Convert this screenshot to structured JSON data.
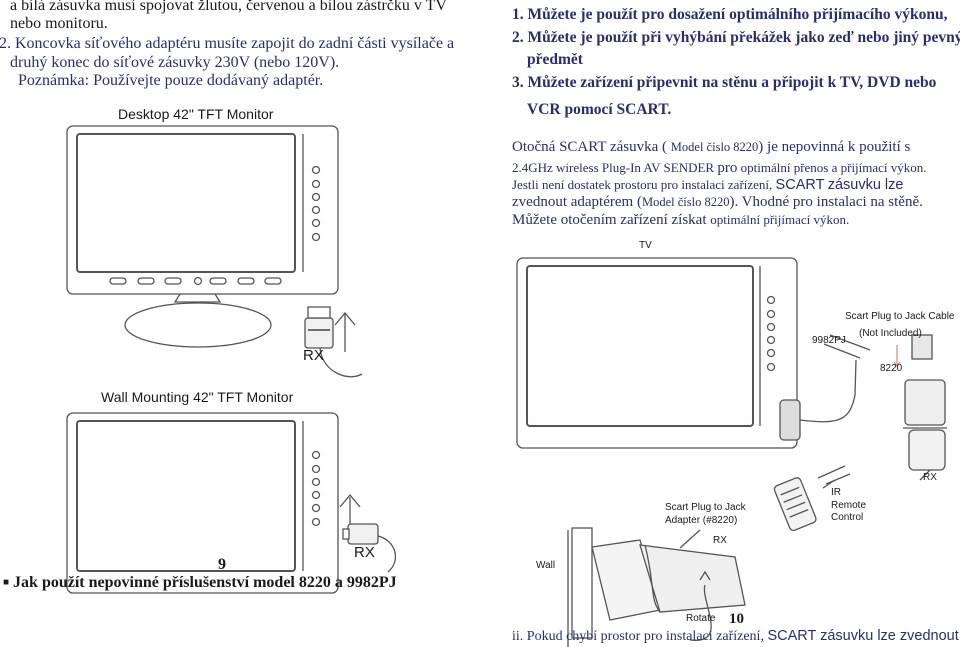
{
  "left_intro": {
    "line1": "a bílá zásuvka musí spojovat žlutou, červenou a bílou zástrčku v TV",
    "line2": "nebo monitoru.",
    "line3": "2. Koncovka síťového adaptéru musíte zapojit do zadní části vysílače a",
    "line4": "druhý konec do síťové zásuvky 230V (nebo 120V).",
    "line5": "Poznámka: Používejte pouze dodávaný adaptér."
  },
  "desktop_monitor_title": "Desktop 42\" TFT Monitor",
  "wall_monitor_title": "Wall Mounting 42\" TFT Monitor",
  "rx_label_top": "RX",
  "rx_label_bottom": "RX",
  "page_number_left": "9",
  "section_heading": "Jak použít nepovinné příslušenství model 8220 a 9982PJ",
  "section_bullet": "■",
  "uses_list": [
    "1. Můžete je použít pro dosažení optimálního přijímacího výkonu,",
    "2. Můžete je použít při vyhýbání překážek jako zeď nebo jiný pevný",
    "předmět",
    "3. Můžete zařízení připevnit na stěnu a připojit k TV, DVD nebo",
    "VCR pomocí SCART."
  ],
  "scart_para": {
    "l1a": "Otočná SCART zásuvka (",
    "l1b": "Model číslo 8220",
    "l1c": ") je nepovinná k použití s",
    "l2a": "2.4GHz wireless Plug-In AV SENDER",
    "l2b": "pro",
    "l2c": "optimální přenos a přijímací výkon.",
    "l3a": "Jestli není dostatek prostoru pro instalaci zařízení,",
    "l3b": "SCART",
    "l3c": "zásuvku lze",
    "l4a": "zvednout adaptérem (",
    "l4b": "Model číslo 8220",
    "l4c": "). Vhodné pro  instalaci na stěně.",
    "l5a": "Můžete otočením zařízení získat",
    "l5b": "optimální přijímací výkon."
  },
  "diagram_labels": {
    "tv": "TV",
    "scart_cable": "Scart Plug to Jack Cable",
    "not_included": "(Not Included)",
    "model_9982pj": "9982PJ",
    "model_8220": "8220",
    "rx_right": "RX",
    "ir_remote": "IR\nRemote\nControl",
    "ir1": "IR",
    "ir2": "Remote",
    "ir3": "Control",
    "scart_adapter1": "Scart Plug to Jack",
    "scart_adapter2": "Adapter (#8220)",
    "rx_bottom": "RX",
    "wall": "Wall",
    "rotate": "Rotate"
  },
  "page_number_right": "10",
  "bottom_line": {
    "a": "ii. Pokud chybí prostor pro instalaci zařízení,",
    "b": "SCART zásuvku lze zvednout"
  }
}
